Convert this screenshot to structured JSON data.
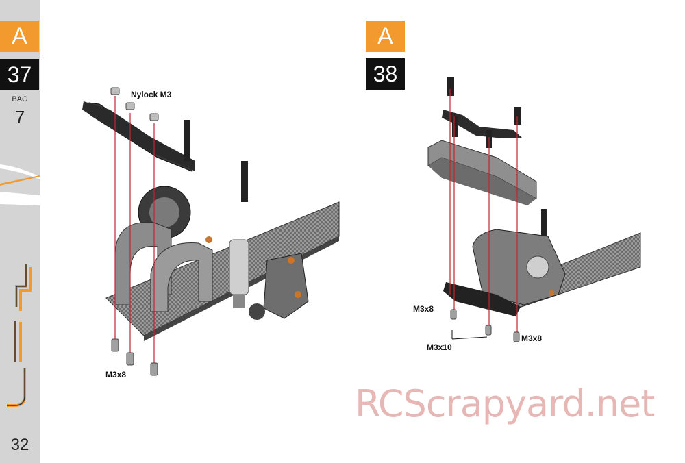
{
  "sidebar": {
    "section_letter": "A",
    "step_number": "37",
    "bag_label": "BAG",
    "bag_number": "7",
    "page_number": "32",
    "logo_name": "swift-logo"
  },
  "step38": {
    "section_letter": "A",
    "step_number": "38"
  },
  "step37_labels": {
    "nylock": "Nylock M3",
    "screw": "M3x8"
  },
  "step38_labels": {
    "screw_left": "M3x8",
    "screw_middle": "M3x10",
    "screw_right": "M3x8"
  },
  "watermark": "RCScrapyard.net",
  "colors": {
    "accent_orange": "#f39a2e",
    "sidebar_gray": "#d4d4d4",
    "step_black": "#111111",
    "guide_red": "#c0272d"
  }
}
